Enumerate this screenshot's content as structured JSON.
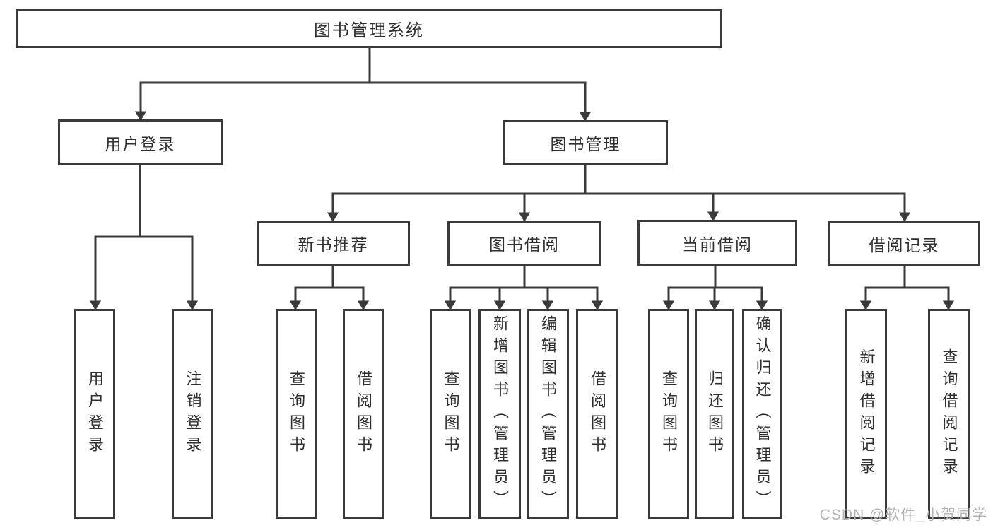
{
  "tree": {
    "label": "图书管理系统",
    "children": [
      {
        "label": "用户登录",
        "children": [
          {
            "label": "用户登录"
          },
          {
            "label": "注销登录"
          }
        ]
      },
      {
        "label": "图书管理",
        "children": [
          {
            "label": "新书推荐",
            "children": [
              {
                "label": "查询图书"
              },
              {
                "label": "借阅图书"
              }
            ]
          },
          {
            "label": "图书借阅",
            "children": [
              {
                "label": "查询图书"
              },
              {
                "label": "新增图书（管理员）"
              },
              {
                "label": "编辑图书（管理员）"
              },
              {
                "label": "借阅图书"
              }
            ]
          },
          {
            "label": "当前借阅",
            "children": [
              {
                "label": "查询图书"
              },
              {
                "label": "归还图书"
              },
              {
                "label": "确认归还（管理员）"
              }
            ]
          },
          {
            "label": "借阅记录",
            "children": [
              {
                "label": "新增借阅记录"
              },
              {
                "label": "查询借阅记录"
              }
            ]
          }
        ]
      }
    ]
  },
  "watermark": {
    "text": "CSDN @软件_小贺同学"
  },
  "colors": {
    "line": "#3a3a3a",
    "text": "#2f2f2f",
    "watermark": "#b3b3b3",
    "background": "#ffffff"
  }
}
